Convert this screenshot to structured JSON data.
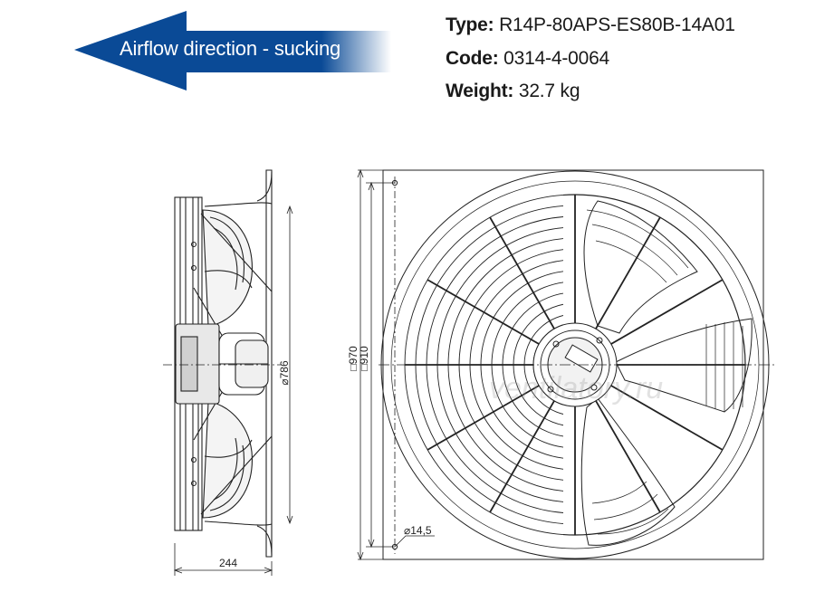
{
  "airflow": {
    "label": "Airflow direction - sucking",
    "color": "#0a4a96"
  },
  "specs": {
    "type_label": "Type:",
    "type_value": "R14P-80APS-ES80B-14A01",
    "code_label": "Code:",
    "code_value": "0314-4-0064",
    "weight_label": "Weight:",
    "weight_value": "32.7 kg"
  },
  "dimensions": {
    "diameter": "⌀786",
    "width": "244",
    "square_outer": "□970",
    "square_inner": "□910",
    "hole": "⌀14,5"
  },
  "watermark": "ventilatory.ru"
}
